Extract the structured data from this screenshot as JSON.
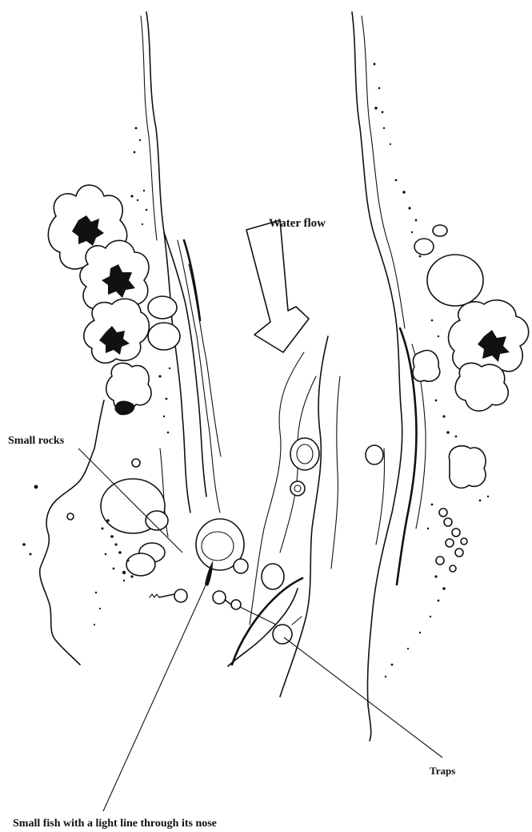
{
  "labels": {
    "water_flow": "Water flow",
    "small_rocks": "Small rocks",
    "traps": "Traps",
    "small_fish": "Small fish with a light line through its nose"
  }
}
